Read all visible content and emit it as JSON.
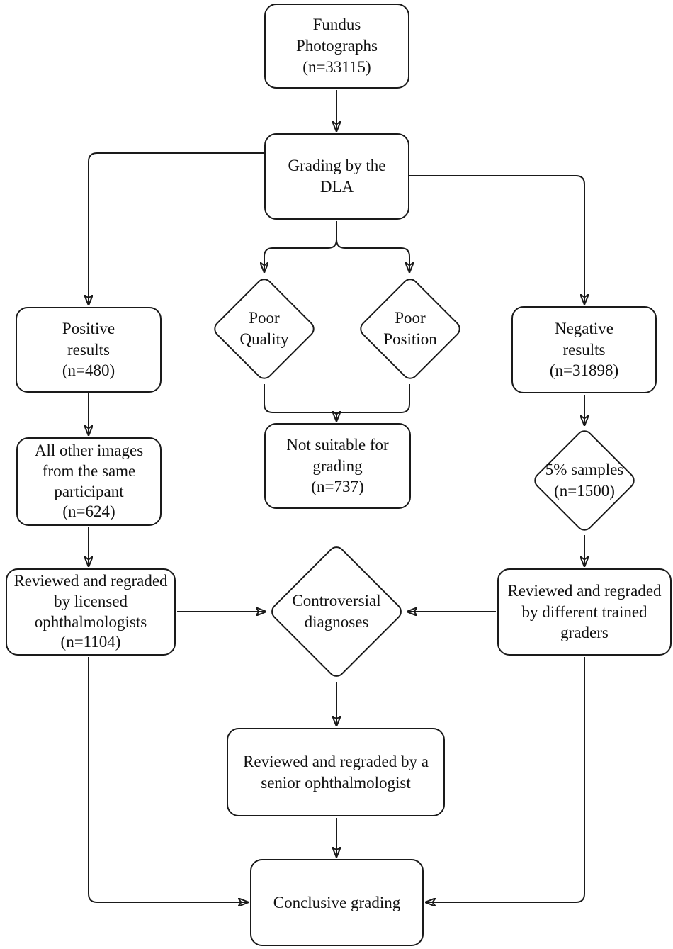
{
  "figure": {
    "background_color": "#ffffff",
    "line_color": "#1a1a1a",
    "text_color": "#111111"
  },
  "nodes": {
    "fundus": {
      "shape": "rounded-rect",
      "label": "Fundus\nPhotographs\n(n=33115)"
    },
    "dla": {
      "shape": "rounded-rect",
      "label": "Grading by the\nDLA"
    },
    "positive": {
      "shape": "rounded-rect",
      "label": "Positive\nresults\n(n=480)"
    },
    "negative": {
      "shape": "rounded-rect",
      "label": "Negative\nresults\n(n=31898)"
    },
    "poor_quality": {
      "shape": "diamond",
      "label": "Poor\nQuality"
    },
    "poor_position": {
      "shape": "diamond",
      "label": "Poor\nPosition"
    },
    "not_suitable": {
      "shape": "rounded-rect",
      "label": "Not suitable for\ngrading\n(n=737)"
    },
    "all_other": {
      "shape": "rounded-rect",
      "label": "All other images\nfrom the same\nparticipant\n(n=624)"
    },
    "reviewed_licensed": {
      "shape": "rounded-rect",
      "label": "Reviewed and regraded\nby licensed\nophthalmologists\n(n=1104)"
    },
    "samples": {
      "shape": "diamond",
      "label": "5% samples\n(n=1500)"
    },
    "reviewed_trained": {
      "shape": "rounded-rect",
      "label": "Reviewed and regraded\nby different trained\ngraders"
    },
    "controversial": {
      "shape": "diamond",
      "label": "Controversial\ndiagnoses"
    },
    "senior": {
      "shape": "rounded-rect",
      "label": "Reviewed and regraded by a\nsenior ophthalmologist"
    },
    "conclusive": {
      "shape": "rounded-rect",
      "label": "Conclusive grading"
    }
  },
  "edges": [
    {
      "from": "fundus",
      "to": "dla"
    },
    {
      "from": "dla",
      "to": "positive"
    },
    {
      "from": "dla",
      "to": "negative"
    },
    {
      "from": "dla",
      "to": "poor_quality"
    },
    {
      "from": "dla",
      "to": "poor_position"
    },
    {
      "from": "poor_quality",
      "to": "not_suitable"
    },
    {
      "from": "poor_position",
      "to": "not_suitable"
    },
    {
      "from": "positive",
      "to": "all_other"
    },
    {
      "from": "all_other",
      "to": "reviewed_licensed"
    },
    {
      "from": "negative",
      "to": "samples"
    },
    {
      "from": "samples",
      "to": "reviewed_trained"
    },
    {
      "from": "reviewed_licensed",
      "to": "controversial"
    },
    {
      "from": "reviewed_trained",
      "to": "controversial"
    },
    {
      "from": "controversial",
      "to": "senior"
    },
    {
      "from": "senior",
      "to": "conclusive"
    },
    {
      "from": "reviewed_licensed",
      "to": "conclusive"
    },
    {
      "from": "reviewed_trained",
      "to": "conclusive"
    }
  ]
}
